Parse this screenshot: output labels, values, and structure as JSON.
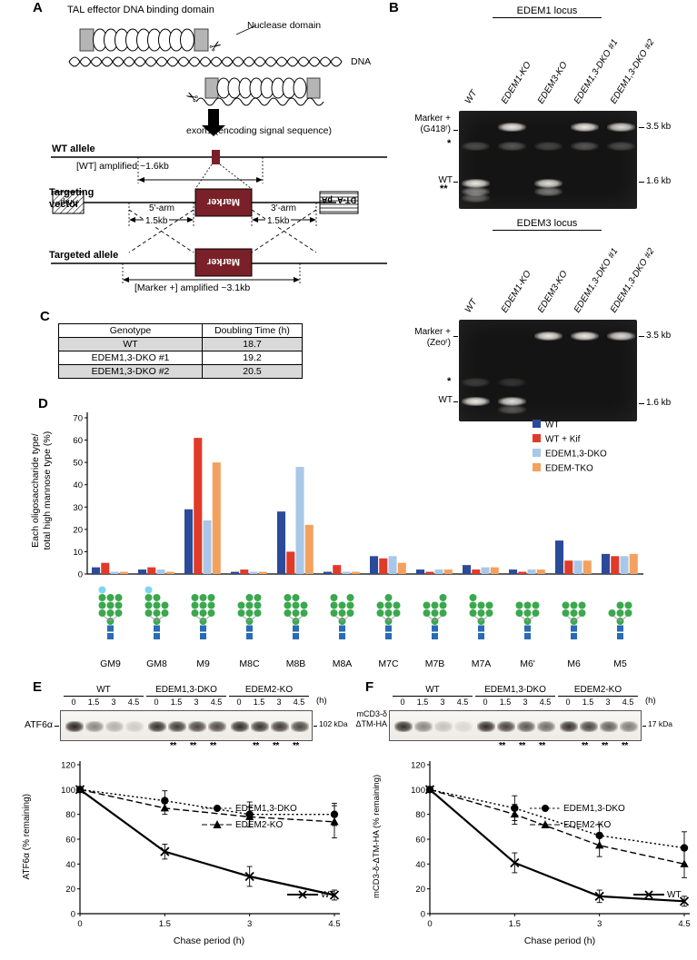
{
  "figure": {
    "panel_labels": {
      "A": "A",
      "B": "B",
      "C": "C",
      "D": "D",
      "E": "E",
      "F": "F"
    }
  },
  "panelA": {
    "tal_domain": "TAL effector DNA binding domain",
    "nuclease": "Nuclease domain",
    "dna": "DNA",
    "exon": "exon1 (encoding signal sequence)",
    "wt_allele": "WT allele",
    "wt_amplified": "[WT] amplified ~1.6kb",
    "targeting_vector_1": "Targeting",
    "targeting_vector_2": "vector",
    "amp": "Ampʳ",
    "arm5": "5'-arm",
    "arm5_size": "1.5kb",
    "marker": "Marker",
    "arm3": "3'-arm",
    "arm3_size": "1.5kb",
    "dta": "DT-A",
    "pa": "pA",
    "targeted_allele": "Targeted allele",
    "marker_amplified": "[Marker +] amplified ~3.1kb"
  },
  "panelB": {
    "gels": [
      {
        "title": "EDEM1 locus",
        "lanes": [
          "WT",
          "EDEM1-KO",
          "EDEM3-KO",
          "EDEM1,3-DKO #1",
          "EDEM1,3-DKO #2"
        ],
        "marker_label": "Marker +",
        "marker_sub": "(G418ʳ)",
        "wt_label": "WT",
        "star": "*",
        "double_star": "**",
        "size_top": "3.5 kb",
        "size_bottom": "1.6 kb",
        "bands": [
          [
            [
              74,
              0.95
            ],
            [
              82,
              0.5
            ],
            [
              89,
              0.35
            ],
            [
              36,
              0.25
            ]
          ],
          [
            [
              17,
              0.95
            ],
            [
              36,
              0.3
            ]
          ],
          [
            [
              74,
              0.9
            ],
            [
              82,
              0.45
            ],
            [
              36,
              0.22
            ]
          ],
          [
            [
              17,
              0.95
            ],
            [
              36,
              0.3
            ]
          ],
          [
            [
              17,
              0.88
            ],
            [
              36,
              0.25
            ]
          ]
        ]
      },
      {
        "title": "EDEM3 locus",
        "lanes": [
          "WT",
          "EDEM1-KO",
          "EDEM3-KO",
          "EDEM1,3-DKO #1",
          "EDEM1,3-DKO #2"
        ],
        "marker_label": "Marker +",
        "marker_sub": "(Zeoʳ)",
        "wt_label": "WT",
        "star": "*",
        "double_star": "",
        "size_top": "3.5 kb",
        "size_bottom": "1.6 kb",
        "bands": [
          [
            [
              80,
              0.95
            ],
            [
              62,
              0.18
            ]
          ],
          [
            [
              80,
              0.9
            ],
            [
              88,
              0.3
            ],
            [
              62,
              0.15
            ]
          ],
          [
            [
              16,
              0.95
            ]
          ],
          [
            [
              16,
              0.95
            ]
          ],
          [
            [
              16,
              0.88
            ]
          ]
        ]
      }
    ]
  },
  "panelC": {
    "headers": [
      "Genotype",
      "Doubling Time (h)"
    ],
    "rows": [
      {
        "genotype": "WT",
        "time": "18.7"
      },
      {
        "genotype": "EDEM1,3-DKO #1",
        "time": "19.2"
      },
      {
        "genotype": "EDEM1,3-DKO #2",
        "time": "20.5"
      }
    ]
  },
  "chart_data": [
    {
      "id": "oligosaccharide-profile",
      "type": "bar",
      "ylabel_line1": "Each oligosaccharide type/",
      "ylabel_line2": "total high mannose type (%)",
      "ylim": [
        0,
        70
      ],
      "ytick_step": 10,
      "legend_position": "top-right",
      "categories": [
        "GM9",
        "GM8",
        "M9",
        "M8C",
        "M8B",
        "M8A",
        "M7C",
        "M7B",
        "M7A",
        "M6'",
        "M6",
        "M5"
      ],
      "series": [
        {
          "name": "WT",
          "color": "#2b4a9a",
          "values": [
            3,
            2,
            29,
            1,
            28,
            1,
            8,
            2,
            4,
            2,
            15,
            9
          ]
        },
        {
          "name": "WT + Kif",
          "color": "#e03a28",
          "values": [
            5,
            3,
            61,
            2,
            10,
            4,
            7,
            1,
            2,
            1,
            6,
            8
          ]
        },
        {
          "name": "EDEM1,3-DKO",
          "color": "#a9c7e8",
          "values": [
            1,
            2,
            24,
            1,
            48,
            1,
            8,
            2,
            3,
            2,
            6,
            8
          ]
        },
        {
          "name": "EDEM-TKO",
          "color": "#f3a15f",
          "values": [
            1,
            1,
            50,
            1,
            22,
            1,
            5,
            2,
            3,
            2,
            6,
            9
          ]
        }
      ],
      "glycan_colors": {
        "mannose": "#3aa84d",
        "glcnac": "#2a6bb5",
        "glucose": "#7fd4f0"
      },
      "glycans": [
        {
          "branches": [
            4,
            3,
            3
          ],
          "glc": true
        },
        {
          "branches": [
            4,
            3,
            2
          ],
          "glc": true
        },
        {
          "branches": [
            3,
            3,
            3
          ],
          "glc": false
        },
        {
          "branches": [
            2,
            3,
            3
          ],
          "glc": false
        },
        {
          "branches": [
            3,
            3,
            2
          ],
          "glc": false
        },
        {
          "branches": [
            3,
            2,
            3
          ],
          "glc": false
        },
        {
          "branches": [
            2,
            3,
            2
          ],
          "glc": false
        },
        {
          "branches": [
            2,
            2,
            3
          ],
          "glc": false
        },
        {
          "branches": [
            3,
            2,
            2
          ],
          "glc": false
        },
        {
          "branches": [
            2,
            2,
            2
          ],
          "glc": false
        },
        {
          "branches": [
            2,
            2,
            2
          ],
          "glc": false
        },
        {
          "branches": [
            1,
            2,
            2
          ],
          "glc": false
        }
      ]
    },
    {
      "id": "atf6-decay",
      "type": "line",
      "xlabel": "Chase period (h)",
      "ylabel": "ATF6α (% remaining)",
      "x": [
        0,
        1.5,
        3,
        4.5
      ],
      "xticks": [
        "0",
        "1.5",
        "3",
        "4.5"
      ],
      "ylim": [
        0,
        120
      ],
      "ytick_step": 20,
      "series": [
        {
          "name": "WT",
          "style": "solid",
          "marker": "x",
          "values": [
            100,
            50,
            30,
            15
          ],
          "err": [
            2,
            6,
            8,
            4
          ]
        },
        {
          "name": "EDEM1,3-DKO",
          "style": "dotted",
          "marker": "circle",
          "values": [
            100,
            91,
            80,
            80
          ],
          "err": [
            2,
            8,
            10,
            9
          ]
        },
        {
          "name": "EDEM2-KO",
          "style": "dashed",
          "marker": "triangle",
          "values": [
            100,
            85,
            78,
            74
          ],
          "err": [
            2,
            5,
            8,
            13
          ]
        }
      ]
    },
    {
      "id": "mcd3-decay",
      "type": "line",
      "xlabel": "Chase period (h)",
      "ylabel": "mCD3-δ-ΔTM-HA (% remaining)",
      "x": [
        0,
        1.5,
        3,
        4.5
      ],
      "xticks": [
        "0",
        "1.5",
        "3",
        "4.5"
      ],
      "ylim": [
        0,
        120
      ],
      "ytick_step": 20,
      "series": [
        {
          "name": "WT",
          "style": "solid",
          "marker": "x",
          "values": [
            100,
            41,
            14,
            10
          ],
          "err": [
            2,
            8,
            5,
            4
          ]
        },
        {
          "name": "EDEM1,3-DKO",
          "style": "dotted",
          "marker": "circle",
          "values": [
            100,
            85,
            63,
            53
          ],
          "err": [
            2,
            10,
            9,
            13
          ]
        },
        {
          "name": "EDEM2-KO",
          "style": "dashed",
          "marker": "triangle",
          "values": [
            100,
            80,
            55,
            40
          ],
          "err": [
            2,
            8,
            9,
            11
          ]
        }
      ]
    }
  ],
  "panelE": {
    "blot": {
      "groups": [
        "WT",
        "EDEM1,3-DKO",
        "EDEM2-KO"
      ],
      "timepoints": [
        "0",
        "1.5",
        "3",
        "4.5"
      ],
      "time_unit": "(h)",
      "protein": "ATF6α",
      "size_marker": "102 kDa",
      "asterisk": "**",
      "asterisk_lanes": [
        5,
        6,
        7,
        9,
        10,
        11
      ],
      "intensities": [
        [
          0.95,
          0.5,
          0.3,
          0.18
        ],
        [
          0.9,
          0.85,
          0.8,
          0.78
        ],
        [
          0.92,
          0.88,
          0.85,
          0.8
        ]
      ]
    }
  },
  "panelF": {
    "blot": {
      "groups": [
        "WT",
        "EDEM1,3-DKO",
        "EDEM2-KO"
      ],
      "timepoints": [
        "0",
        "1.5",
        "3",
        "4.5"
      ],
      "time_unit": "(h)",
      "protein_line1": "mCD3-δ",
      "protein_line2": "ΔTM-HA",
      "size_marker": "17 kDa",
      "asterisk": "**",
      "asterisk_lanes": [
        5,
        6,
        7,
        9,
        10,
        11
      ],
      "intensities": [
        [
          0.9,
          0.5,
          0.22,
          0.12
        ],
        [
          0.92,
          0.82,
          0.72,
          0.62
        ],
        [
          0.9,
          0.8,
          0.68,
          0.55
        ]
      ]
    }
  }
}
